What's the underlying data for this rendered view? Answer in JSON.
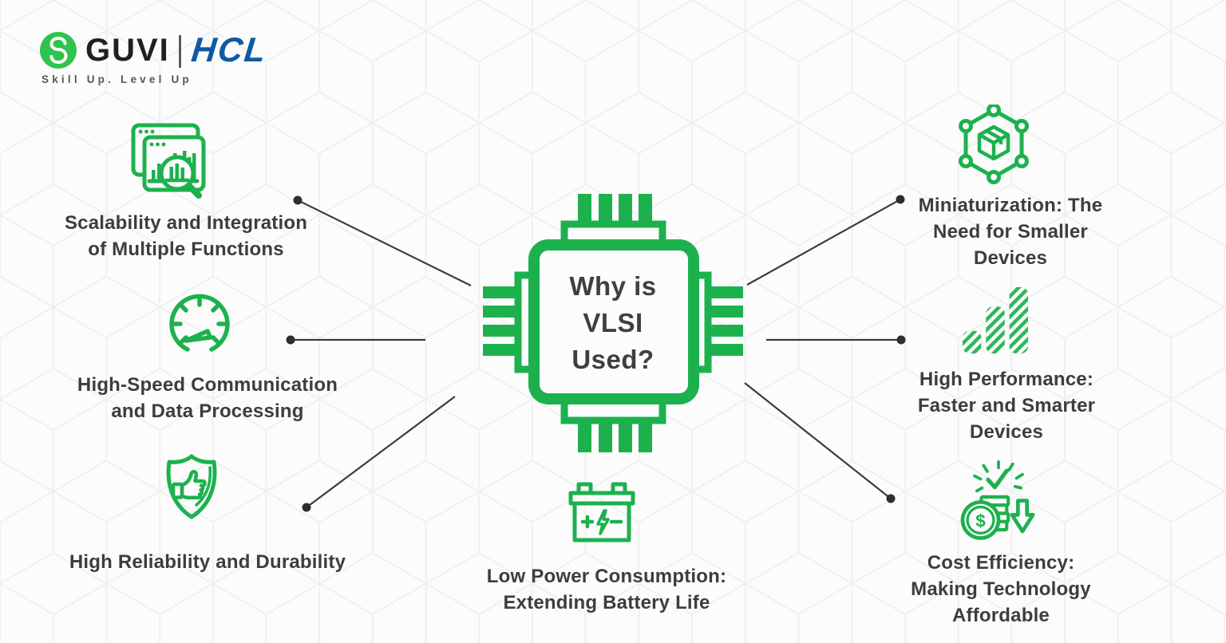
{
  "page": {
    "background": "#fcfcfc",
    "pattern_color": "#f0f0f0",
    "accent_green": "#1db14e",
    "connector_color": "#3c3c3c",
    "text_color": "#3d3d3d"
  },
  "logo": {
    "brand": "GUVI",
    "partner": "HCL",
    "tagline": "Skill Up. Level Up",
    "monogram": "g",
    "brand_color": "#231f20",
    "partner_color": "#1159a4",
    "circle_color": "#2fc34b"
  },
  "center": {
    "title": "Why is\nVLSI\nUsed?"
  },
  "items": [
    {
      "id": "scalability",
      "icon": "scalability-chart-icon",
      "label": "Scalability and Integration\nof Multiple Functions"
    },
    {
      "id": "high-speed",
      "icon": "speedometer-icon",
      "label": "High-Speed Communication\nand Data Processing"
    },
    {
      "id": "reliability",
      "icon": "shield-thumbs-up-icon",
      "label": "High Reliability and Durability"
    },
    {
      "id": "miniaturization",
      "icon": "hexagon-package-icon",
      "label": "Miniaturization: The\nNeed for Smaller\nDevices"
    },
    {
      "id": "performance",
      "icon": "performance-bars-icon",
      "label": "High Performance:\nFaster and Smarter\nDevices"
    },
    {
      "id": "cost-efficiency",
      "icon": "cost-coins-icon",
      "icon_glyph": "$",
      "label": "Cost Efficiency:\nMaking Technology\nAffordable"
    },
    {
      "id": "low-power",
      "icon": "battery-icon",
      "label": "Low Power Consumption:\nExtending Battery Life"
    }
  ]
}
